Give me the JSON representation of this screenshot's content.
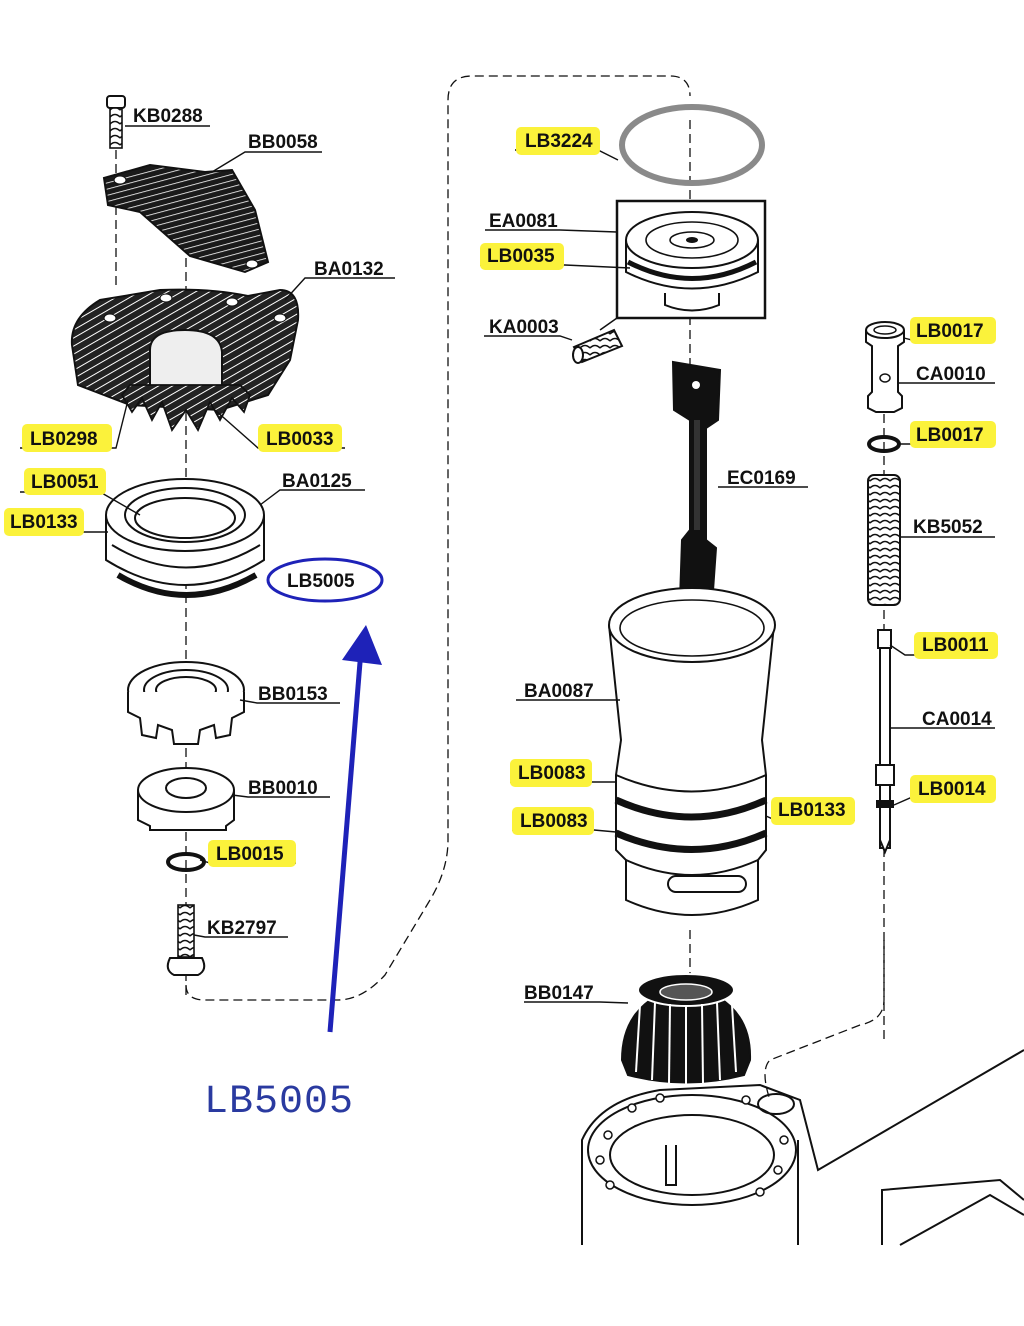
{
  "colors": {
    "highlight": "#fbf23b",
    "callout": "#1e22b8",
    "caption": "#2a3aa0",
    "line": "#111111",
    "ring_gray": "#8a8a8a"
  },
  "labels": {
    "kb0288": "KB0288",
    "bb0058": "BB0058",
    "ba0132": "BA0132",
    "lb0298": "LB0298",
    "lb0033": "LB0033",
    "lb0051": "LB0051",
    "ba0125": "BA0125",
    "lb0133_left": "LB0133",
    "lb5005_circled": "LB5005",
    "bb0153": "BB0153",
    "bb0010": "BB0010",
    "lb0015": "LB0015",
    "kb2797": "KB2797",
    "lb3224": "LB3224",
    "ea0081": "EA0081",
    "lb0035": "LB0035",
    "ka0003": "KA0003",
    "lb0017_top": "LB0017",
    "ca0010": "CA0010",
    "lb0017_bottom": "LB0017",
    "ec0169": "EC0169",
    "kb5052": "KB5052",
    "lb0011": "LB0011",
    "ba0087": "BA0087",
    "ca0014": "CA0014",
    "lb0083_top": "LB0083",
    "lb0083_bottom": "LB0083",
    "lb0133_right": "LB0133",
    "lb0014": "LB0014",
    "bb0147": "BB0147"
  },
  "caption": {
    "text": "LB5005"
  }
}
